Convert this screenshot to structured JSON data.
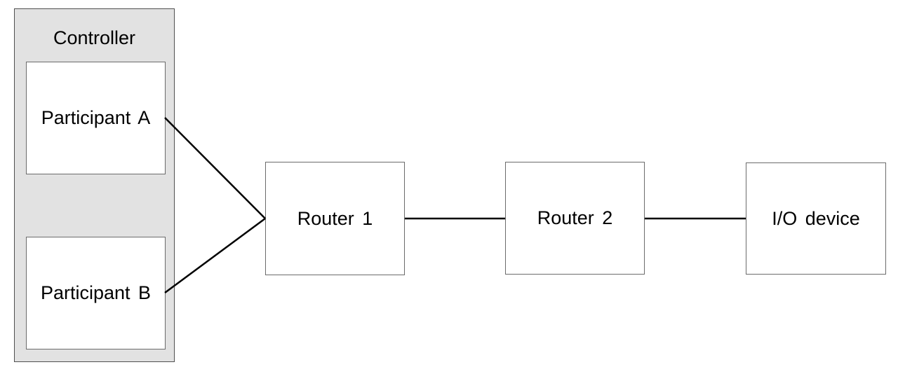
{
  "diagram": {
    "type": "network-topology",
    "nodes": [
      {
        "id": "controller",
        "label": "Controller",
        "kind": "group"
      },
      {
        "id": "participant-a",
        "label": "Participant A",
        "kind": "box",
        "parent": "controller"
      },
      {
        "id": "participant-b",
        "label": "Participant B",
        "kind": "box",
        "parent": "controller"
      },
      {
        "id": "router-1",
        "label": "Router 1",
        "kind": "box"
      },
      {
        "id": "router-2",
        "label": "Router 2",
        "kind": "box"
      },
      {
        "id": "io-device",
        "label": "I/O device",
        "kind": "box"
      }
    ],
    "edges": [
      {
        "from": "participant-a",
        "to": "router-1",
        "points": [
          [
            235,
            168
          ],
          [
            378,
            312
          ]
        ]
      },
      {
        "from": "participant-b",
        "to": "router-1",
        "points": [
          [
            235,
            418
          ],
          [
            378,
            312
          ]
        ]
      },
      {
        "from": "router-1",
        "to": "router-2",
        "points": [
          [
            577,
            312
          ],
          [
            720,
            312
          ]
        ]
      },
      {
        "from": "router-2",
        "to": "io-device",
        "points": [
          [
            919,
            312
          ],
          [
            1063,
            312
          ]
        ]
      }
    ],
    "colors": {
      "background": "#ffffff",
      "group_fill": "#e2e2e2",
      "group_border": "#4f4f4f",
      "node_fill": "#ffffff",
      "node_border": "#6b6b6b",
      "edge_stroke": "#000000",
      "text": "#000000"
    },
    "edge_stroke_width": 2.5
  }
}
